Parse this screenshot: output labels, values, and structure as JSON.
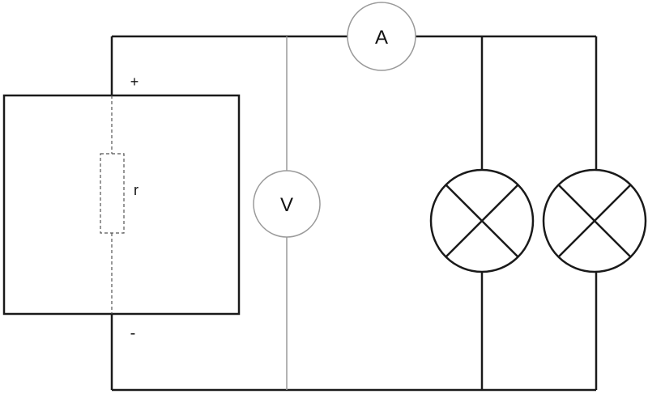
{
  "labels": {
    "ammeter": "A",
    "voltmeter": "V",
    "internal_resistance": "r",
    "positive_terminal": "+",
    "negative_terminal": "-"
  },
  "colors": {
    "wire": "#1a1a1a",
    "meter_outline": "#9a9a9a",
    "background": "#ffffff"
  }
}
